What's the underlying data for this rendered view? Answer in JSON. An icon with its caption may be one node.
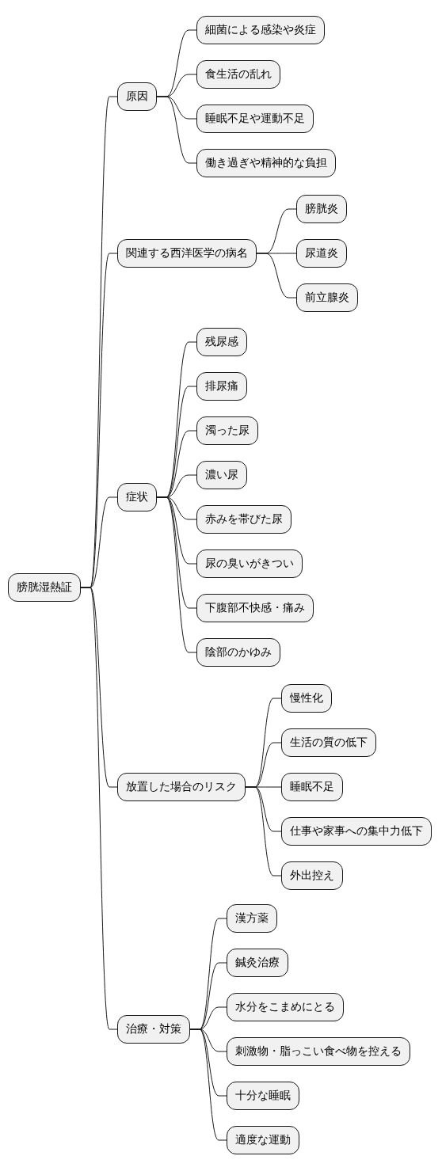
{
  "diagram": {
    "nodes": [
      {
        "text": [
          "膀胱湿熱証"
        ]
      },
      {
        "text": [
          "原因"
        ]
      },
      {
        "text": [
          "細菌による感染や炎症"
        ]
      },
      {
        "text": [
          "食生活の乱れ"
        ]
      },
      {
        "text": [
          "睡眠不足や運動不足"
        ]
      },
      {
        "text": [
          "働き過ぎや精神的な負担"
        ]
      },
      {
        "text": [
          "関連する西洋医学の病名"
        ]
      },
      {
        "text": [
          "膀胱炎"
        ]
      },
      {
        "text": [
          "尿道炎"
        ]
      },
      {
        "text": [
          "前立腺炎"
        ]
      },
      {
        "text": [
          "症状"
        ]
      },
      {
        "text": [
          "残尿感"
        ]
      },
      {
        "text": [
          "排尿痛"
        ]
      },
      {
        "text": [
          "濁った尿"
        ]
      },
      {
        "text": [
          "濃い尿"
        ]
      },
      {
        "text": [
          "赤みを帯びた尿"
        ]
      },
      {
        "text": [
          "尿の臭いがきつい"
        ]
      },
      {
        "text": [
          "下腹部不快感・痛み"
        ]
      },
      {
        "text": [
          "陰部のかゆみ"
        ]
      },
      {
        "text": [
          "放置した場合のリスク"
        ]
      },
      {
        "text": [
          "慢性化"
        ]
      },
      {
        "text": [
          "生活の質の低下"
        ]
      },
      {
        "text": [
          "睡眠不足"
        ]
      },
      {
        "text": [
          "仕事や家事への集中力低下"
        ]
      },
      {
        "text": [
          "外出控え"
        ]
      },
      {
        "text": [
          "治療・対策"
        ]
      },
      {
        "text": [
          "漢方薬"
        ]
      },
      {
        "text": [
          "鍼灸治療"
        ]
      },
      {
        "text": [
          "水分をこまめにとる"
        ]
      },
      {
        "text": [
          "刺激物・脂っこい食べ物を控える"
        ]
      },
      {
        "text": [
          "十分な睡眠"
        ]
      },
      {
        "text": [
          "適度な運動"
        ]
      }
    ],
    "edges": [
      {
        "from": 0,
        "to": 1,
        "arrow": "none"
      },
      {
        "from": 1,
        "to": 2,
        "arrow": "none"
      },
      {
        "from": 1,
        "to": 3,
        "arrow": "none"
      },
      {
        "from": 1,
        "to": 4,
        "arrow": "none"
      },
      {
        "from": 1,
        "to": 5,
        "arrow": "none"
      },
      {
        "from": 0,
        "to": 6,
        "arrow": "none"
      },
      {
        "from": 6,
        "to": 7,
        "arrow": "none"
      },
      {
        "from": 6,
        "to": 8,
        "arrow": "none"
      },
      {
        "from": 6,
        "to": 9,
        "arrow": "none"
      },
      {
        "from": 0,
        "to": 10,
        "arrow": "none"
      },
      {
        "from": 10,
        "to": 11,
        "arrow": "none"
      },
      {
        "from": 10,
        "to": 12,
        "arrow": "none"
      },
      {
        "from": 10,
        "to": 13,
        "arrow": "none"
      },
      {
        "from": 10,
        "to": 14,
        "arrow": "none"
      },
      {
        "from": 10,
        "to": 15,
        "arrow": "none"
      },
      {
        "from": 10,
        "to": 16,
        "arrow": "none"
      },
      {
        "from": 10,
        "to": 17,
        "arrow": "none"
      },
      {
        "from": 10,
        "to": 18,
        "arrow": "none"
      },
      {
        "from": 0,
        "to": 19,
        "arrow": "none"
      },
      {
        "from": 19,
        "to": 20,
        "arrow": "none"
      },
      {
        "from": 19,
        "to": 21,
        "arrow": "none"
      },
      {
        "from": 19,
        "to": 22,
        "arrow": "none"
      },
      {
        "from": 19,
        "to": 23,
        "arrow": "none"
      },
      {
        "from": 19,
        "to": 24,
        "arrow": "none"
      },
      {
        "from": 0,
        "to": 25,
        "arrow": "none"
      },
      {
        "from": 25,
        "to": 26,
        "arrow": "none"
      },
      {
        "from": 25,
        "to": 27,
        "arrow": "none"
      },
      {
        "from": 25,
        "to": 28,
        "arrow": "none"
      },
      {
        "from": 25,
        "to": 29,
        "arrow": "none"
      },
      {
        "from": 25,
        "to": 30,
        "arrow": "none"
      },
      {
        "from": 25,
        "to": 31,
        "arrow": "none"
      }
    ]
  }
}
